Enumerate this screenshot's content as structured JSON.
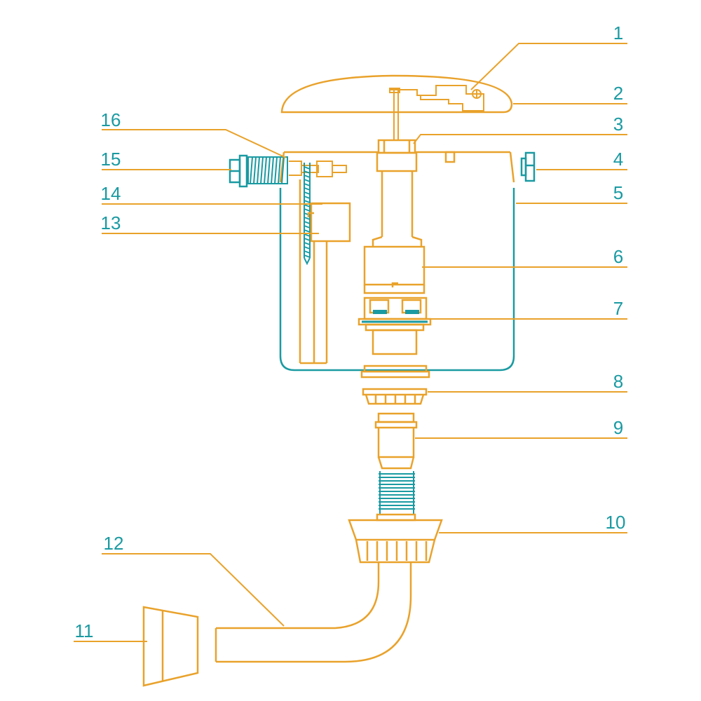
{
  "colors": {
    "part_line": "#E9A22B",
    "tank_outline": "#1A9AA2",
    "label_text": "#1A9AA2",
    "accent_fill": "#1A9AA2",
    "background": "#FFFFFF"
  },
  "callouts": [
    {
      "number": "1"
    },
    {
      "number": "2"
    },
    {
      "number": "3"
    },
    {
      "number": "4"
    },
    {
      "number": "5"
    },
    {
      "number": "6"
    },
    {
      "number": "7"
    },
    {
      "number": "8"
    },
    {
      "number": "9"
    },
    {
      "number": "10"
    },
    {
      "number": "11"
    },
    {
      "number": "12"
    },
    {
      "number": "13"
    },
    {
      "number": "14"
    },
    {
      "number": "15"
    },
    {
      "number": "16"
    }
  ]
}
